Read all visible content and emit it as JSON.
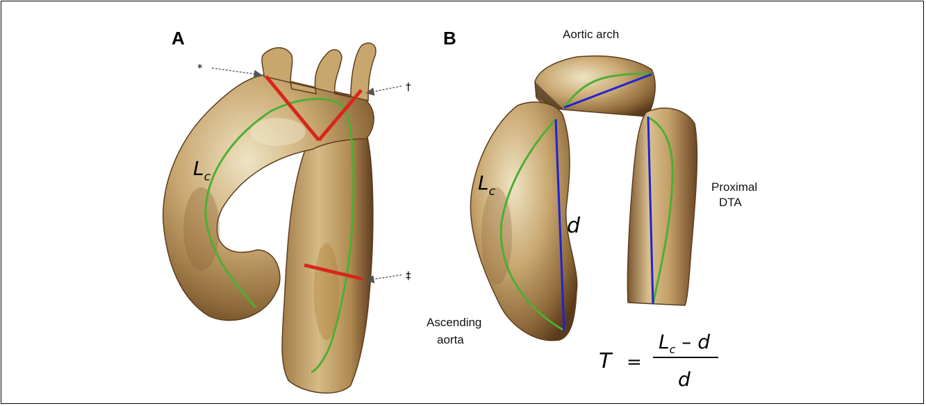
{
  "panels": {
    "a": {
      "letter": "A",
      "markers": {
        "asterisk": "*",
        "dagger": "†",
        "double_dagger": "‡"
      },
      "curve_label": {
        "main": "L",
        "sub": "c"
      }
    },
    "b": {
      "letter": "B",
      "regions": {
        "arch": "Aortic arch",
        "dta_line1": "Proximal",
        "dta_line2": "DTA",
        "asc_line1": "Ascending",
        "asc_line2": "aorta"
      },
      "curve_label": {
        "main": "L",
        "sub": "c"
      },
      "chord_label": "d",
      "formula": {
        "lhs": "T",
        "equals": "=",
        "num_main": "L",
        "num_sub": "c",
        "num_rest": " – d",
        "den": "d"
      }
    }
  },
  "colors": {
    "centerline": "#4caf33",
    "segment_cut": "#d8261c",
    "chord": "#1e22d6",
    "tissue_light": "#e9dcb8",
    "tissue_mid": "#b8955e",
    "tissue_dark": "#6e4a26"
  }
}
